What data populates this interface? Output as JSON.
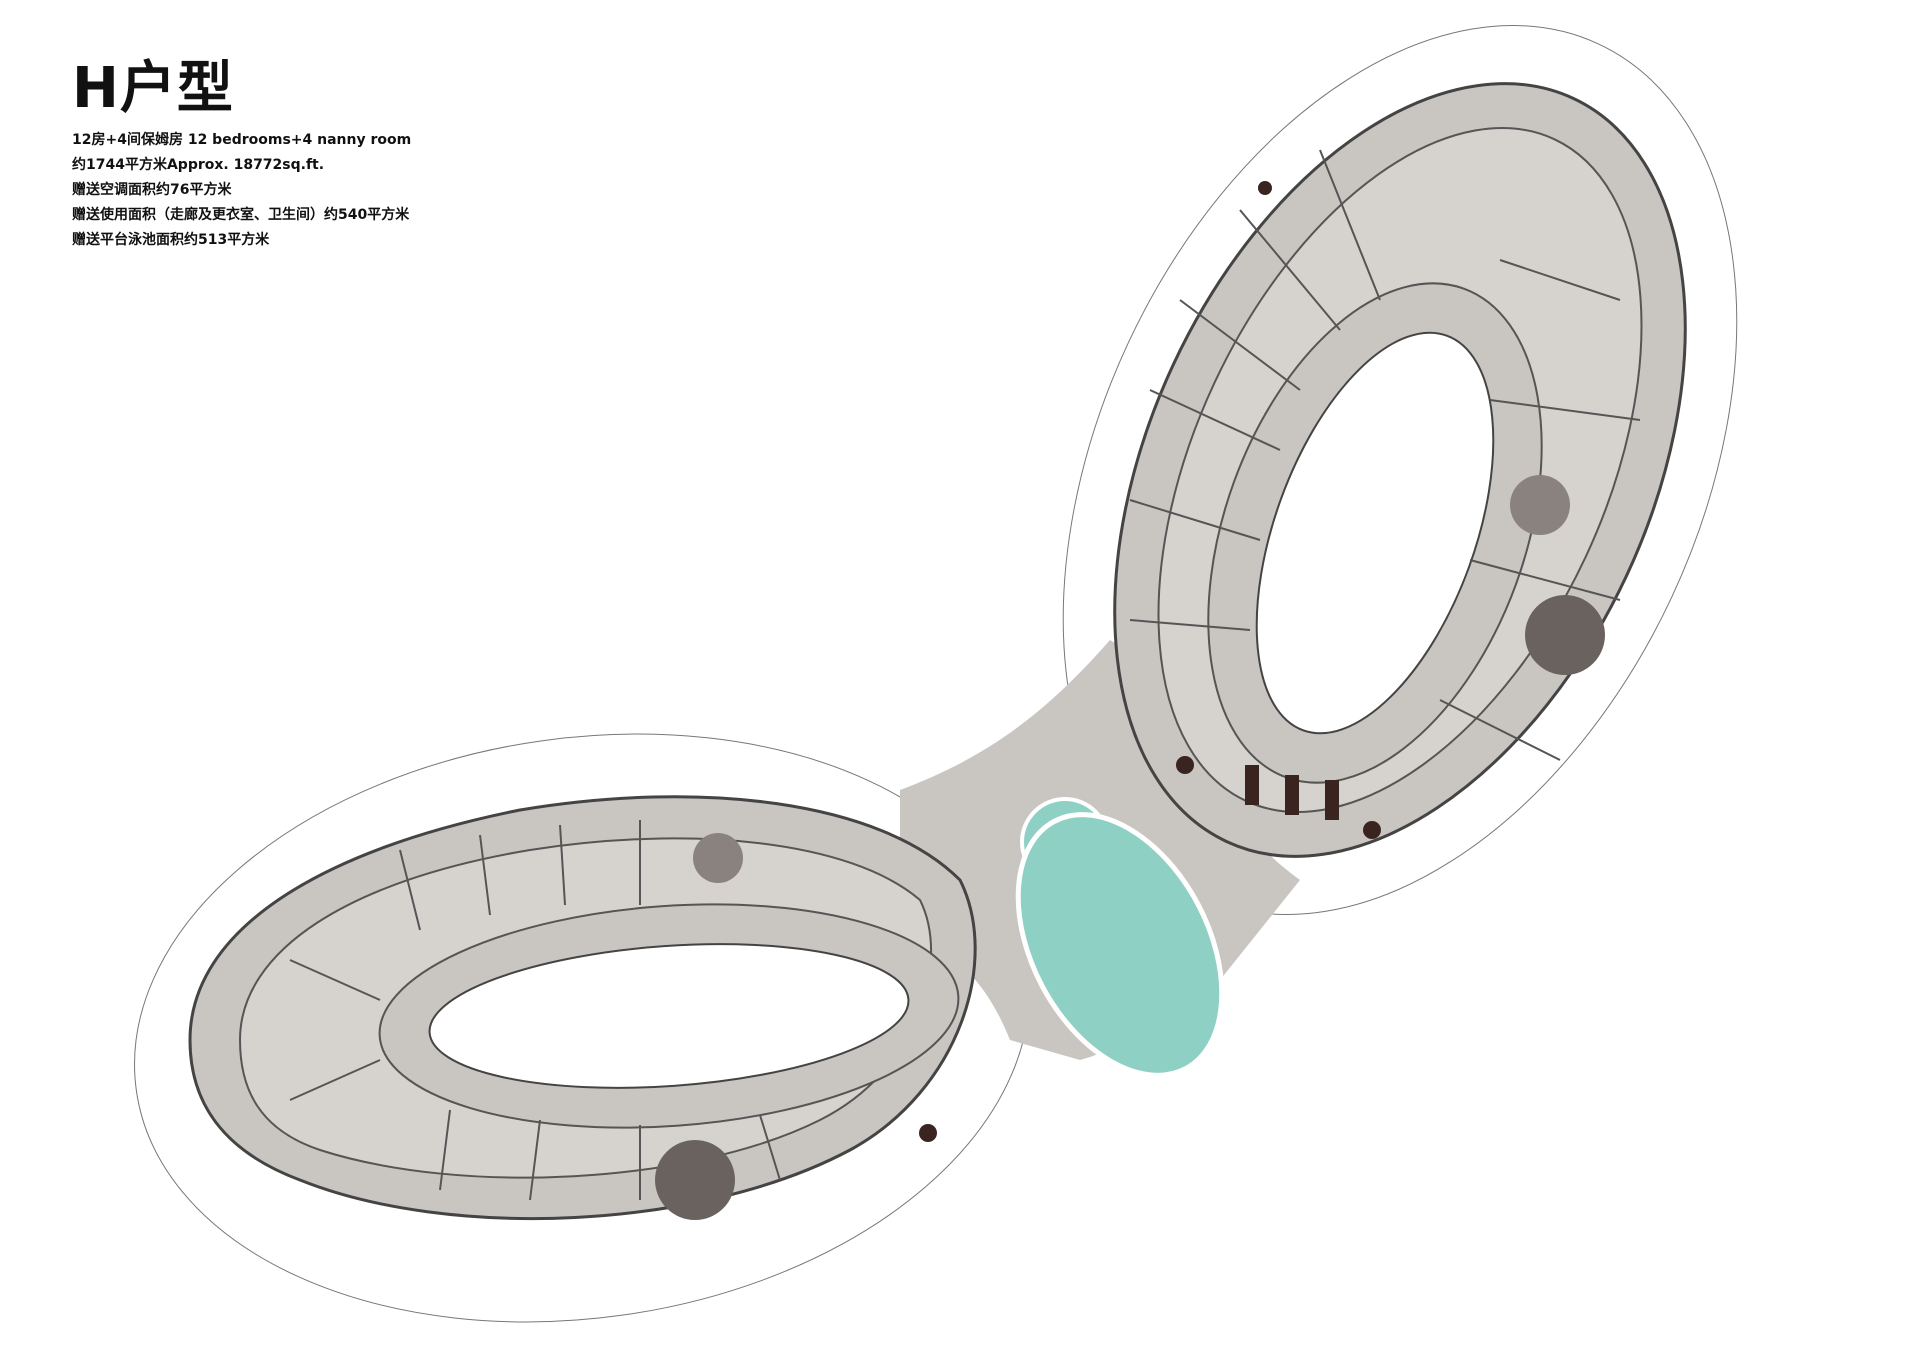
{
  "header": {
    "title": "H户型",
    "lines": [
      "12房+4间保姆房 12 bedrooms+4 nanny room",
      "约1744平方米Approx. 18772sq.ft.",
      "赠送空调面积约76平方米",
      "赠送使用面积（走廊及更衣室、卫生间）约540平方米",
      "赠送平台泳池面积约513平方米"
    ]
  },
  "colors": {
    "floor": "#c9c5c1",
    "room": "#d6d2ce",
    "pool": "#8fd0c5",
    "wall": "#3a2420",
    "outline": "#555555"
  }
}
